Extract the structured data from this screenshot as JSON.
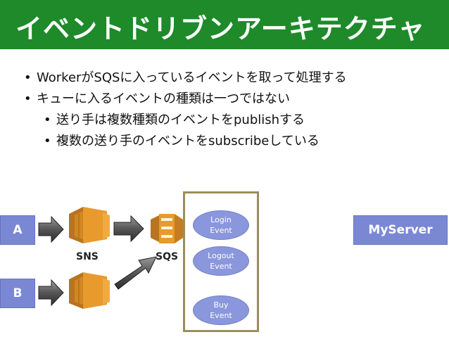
{
  "slide": {
    "title": "イベントドリブンアーキテクチャ",
    "bullets": [
      {
        "level": 1,
        "text": "WorkerがSQSに入っているイベントを取って処理する"
      },
      {
        "level": 1,
        "text": "キューに入るイベントの種類は一つではない"
      },
      {
        "level": 2,
        "text": "送り手は複数種類のイベントをpublishする"
      },
      {
        "level": 2,
        "text": "複数の送り手のイベントをsubscribeしている"
      }
    ]
  },
  "diagram": {
    "node_a": "A",
    "node_b": "B",
    "server": "MyServer",
    "sns_label": "SNS",
    "sqs_label": "SQS",
    "events": [
      {
        "line1": "Login",
        "line2": "Event"
      },
      {
        "line1": "Logout",
        "line2": "Event"
      },
      {
        "line1": "Buy",
        "line2": "Event"
      }
    ],
    "icons": {
      "sns": "sns-icon",
      "sqs": "sqs-icon"
    }
  },
  "colors": {
    "title_bar": "#1e8a2a",
    "node": "#7a88d4",
    "event": "#8a97dc",
    "aws_orange": "#e89a2c",
    "container_border": "#9a8f5a"
  }
}
